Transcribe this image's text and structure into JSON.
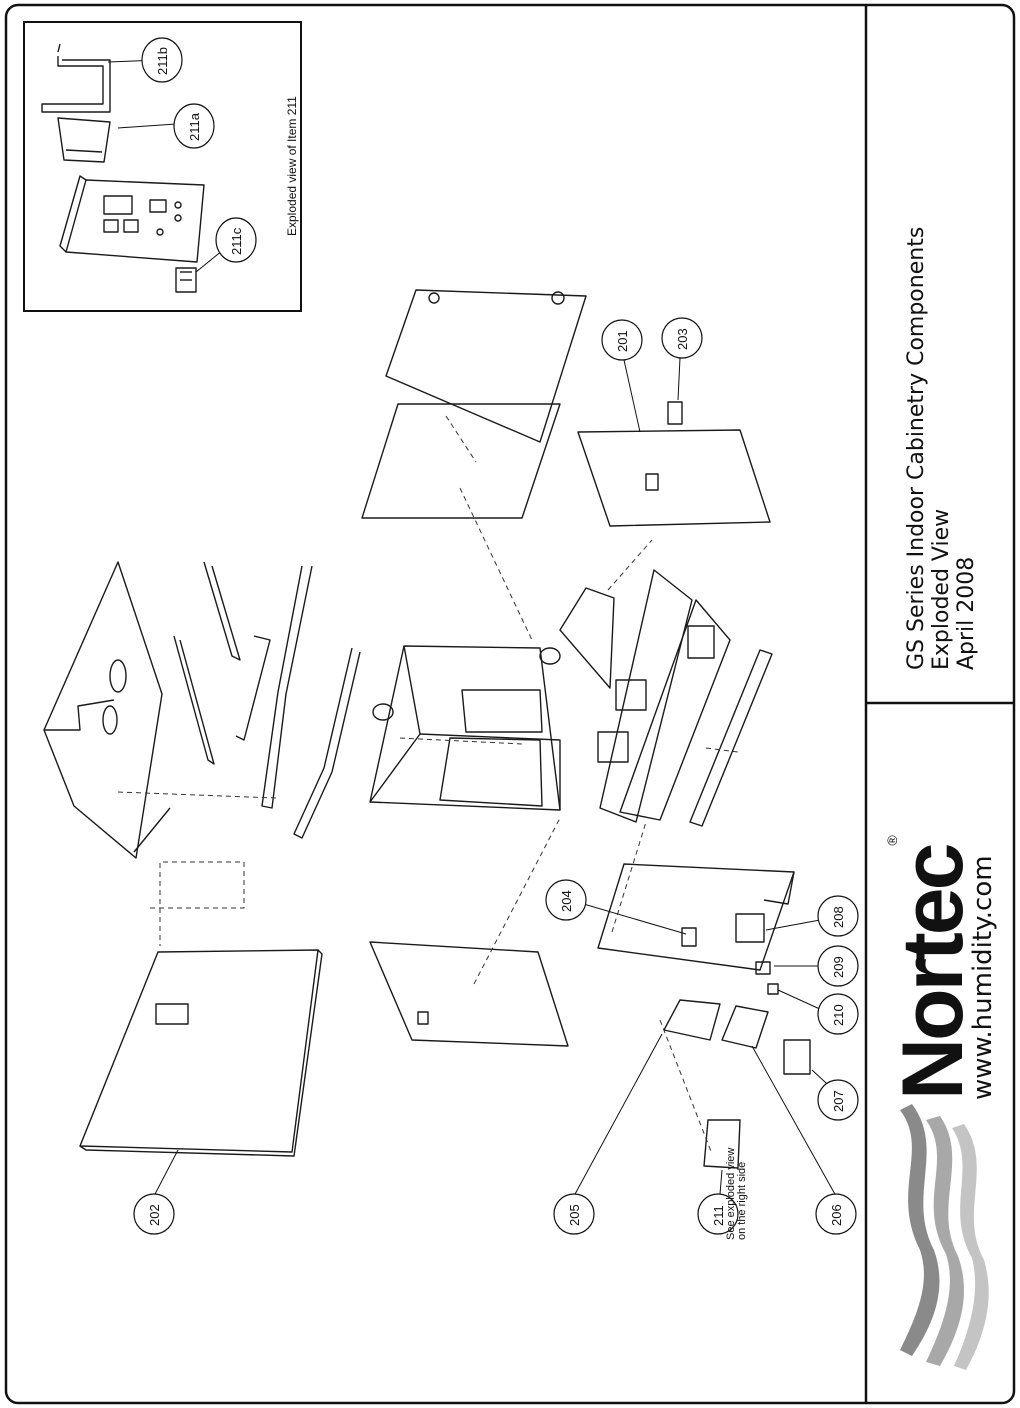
{
  "title_block": {
    "line1": "GS Series Indoor Cabinetry Components",
    "line2": "Exploded View",
    "line3": "April 2008"
  },
  "brand": {
    "logo_text": "Nortec",
    "registered": "®",
    "website": "www.humidity.com"
  },
  "inset": {
    "caption": "Exploded view of Item 211"
  },
  "notes": {
    "item_211_line1": "See exploded view",
    "item_211_line2": "on the right side"
  },
  "callouts": {
    "c201": "201",
    "c202": "202",
    "c203": "203",
    "c204": "204",
    "c205": "205",
    "c206": "206",
    "c207": "207",
    "c208": "208",
    "c209": "209",
    "c210": "210",
    "c211": "211",
    "c211a": "211a",
    "c211b": "211b",
    "c211c": "211c"
  }
}
